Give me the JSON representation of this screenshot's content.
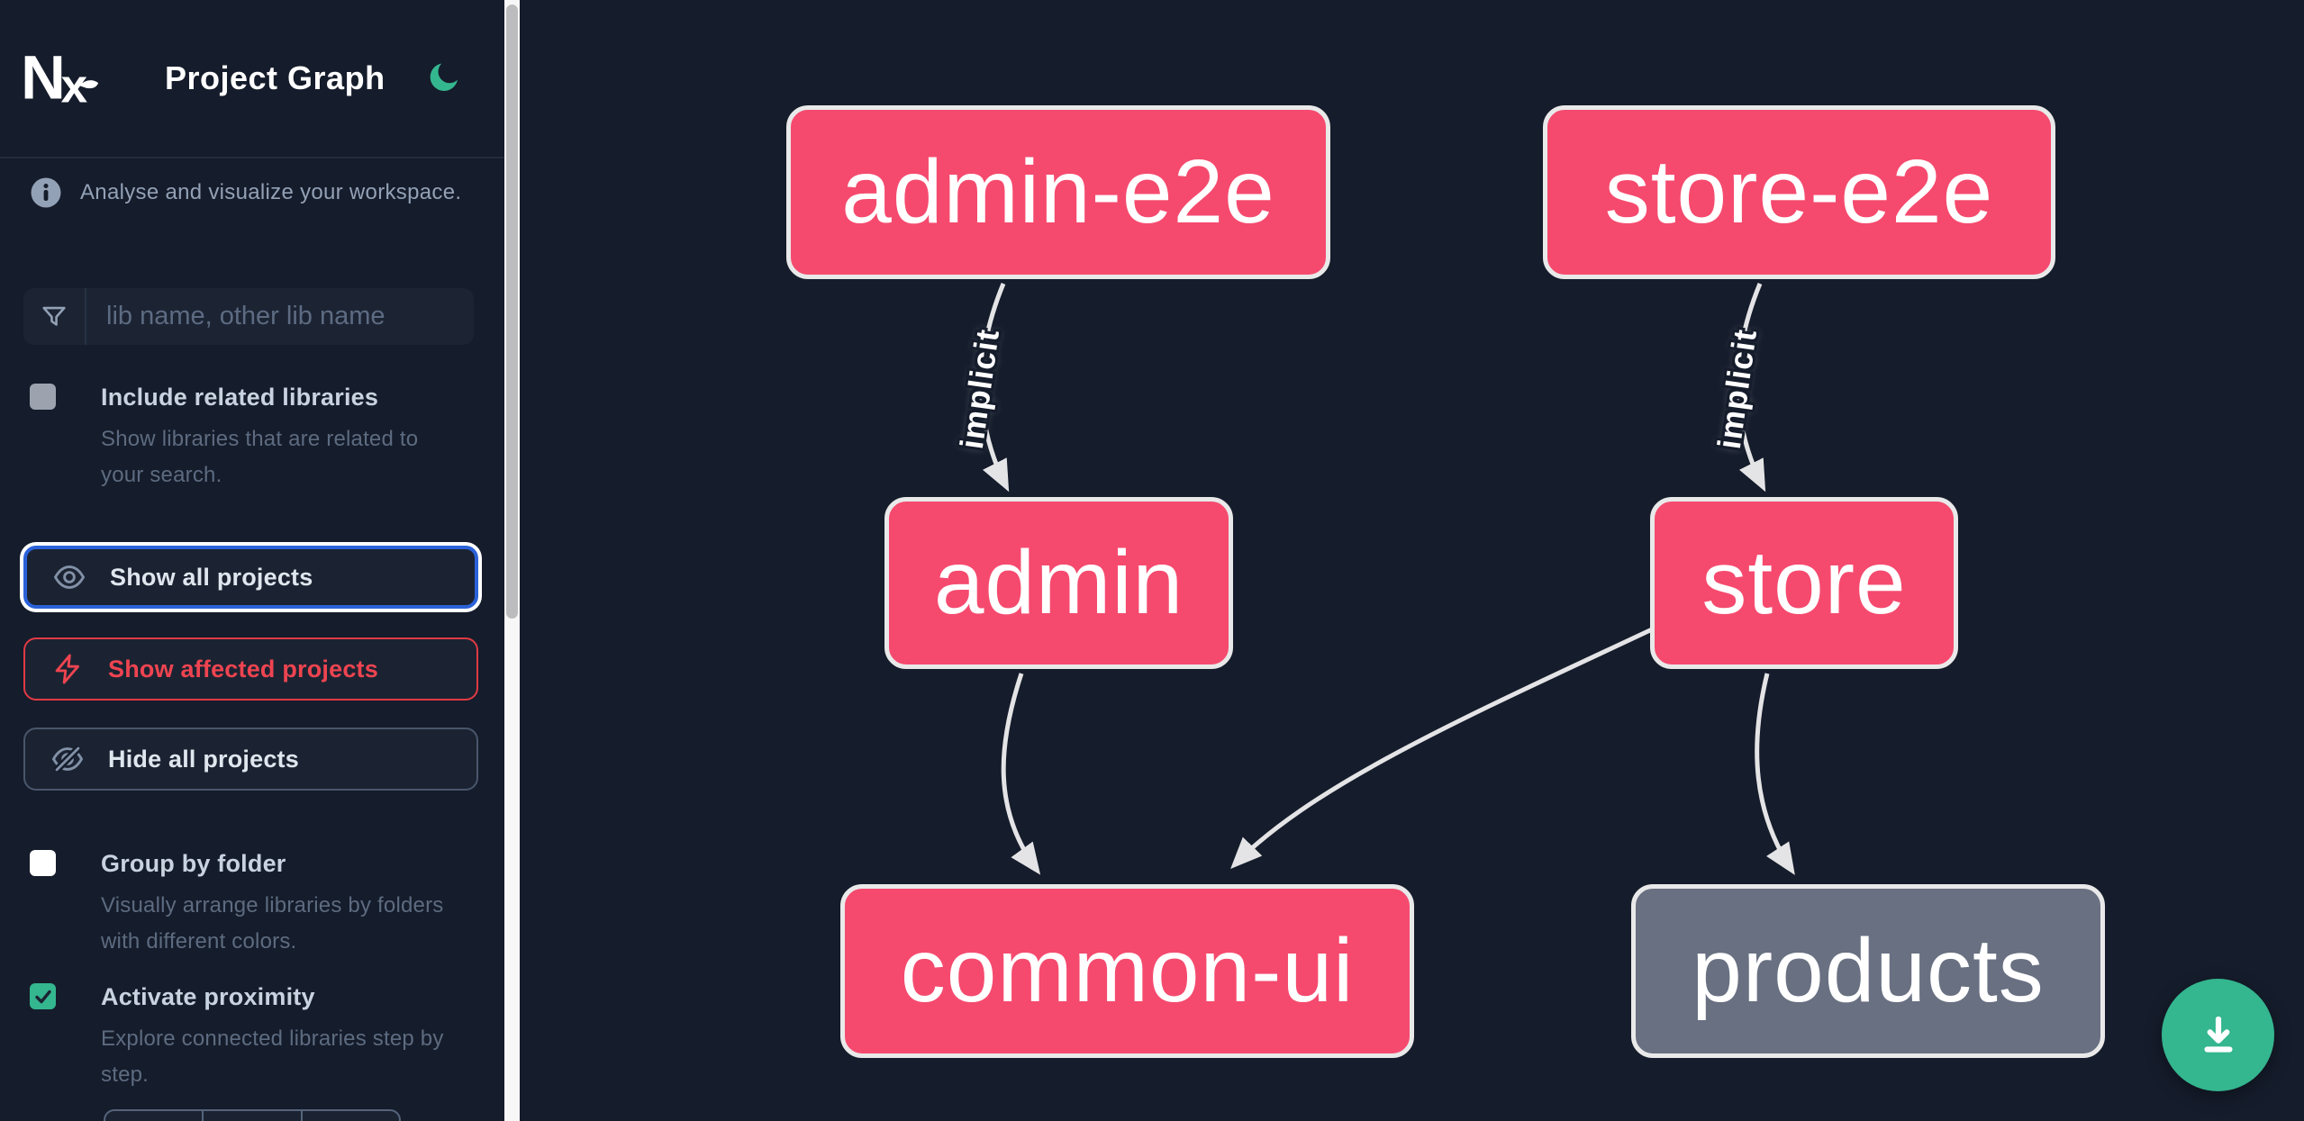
{
  "app": {
    "title": "Project Graph"
  },
  "sidebar": {
    "tagline": "Analyse and visualize your workspace.",
    "search": {
      "placeholder": "lib name, other lib name",
      "value": ""
    },
    "toggles": [
      {
        "label": "Include related libraries",
        "description": "Show libraries that are related to your search.",
        "checked": false,
        "disabled": true
      },
      {
        "label": "Group by folder",
        "description": "Visually arrange libraries by folders with different colors.",
        "checked": false,
        "disabled": false
      },
      {
        "label": "Activate proximity",
        "description": "Explore connected libraries step by step.",
        "checked": true,
        "disabled": false
      }
    ],
    "buttons": [
      {
        "label": "Show all projects",
        "icon": "eye-icon",
        "state": "focused"
      },
      {
        "label": "Show affected projects",
        "icon": "bolt-icon",
        "state": "affected"
      },
      {
        "label": "Hide all projects",
        "icon": "eye-off-icon",
        "state": "default"
      }
    ]
  },
  "graph": {
    "edge_label": "implicit",
    "nodes": [
      {
        "id": "admin-e2e",
        "label": "admin-e2e",
        "type": "app"
      },
      {
        "id": "store-e2e",
        "label": "store-e2e",
        "type": "app"
      },
      {
        "id": "admin",
        "label": "admin",
        "type": "app"
      },
      {
        "id": "store",
        "label": "store",
        "type": "app"
      },
      {
        "id": "common-ui",
        "label": "common-ui",
        "type": "lib"
      },
      {
        "id": "products",
        "label": "products",
        "type": "lib-unfocused"
      }
    ],
    "edges": [
      {
        "from": "admin-e2e",
        "to": "admin",
        "kind": "implicit"
      },
      {
        "from": "store-e2e",
        "to": "store",
        "kind": "implicit"
      },
      {
        "from": "admin",
        "to": "common-ui",
        "kind": "static"
      },
      {
        "from": "store",
        "to": "common-ui",
        "kind": "static"
      },
      {
        "from": "store",
        "to": "products",
        "kind": "static"
      }
    ]
  },
  "colors": {
    "background": "#151c2b",
    "node_pink": "#f54a6e",
    "node_gray": "#687081",
    "edge": "#e4e4e6",
    "accent_green": "#34b68f",
    "focus_blue": "#2b62d9",
    "affected_red": "#ee4450"
  }
}
